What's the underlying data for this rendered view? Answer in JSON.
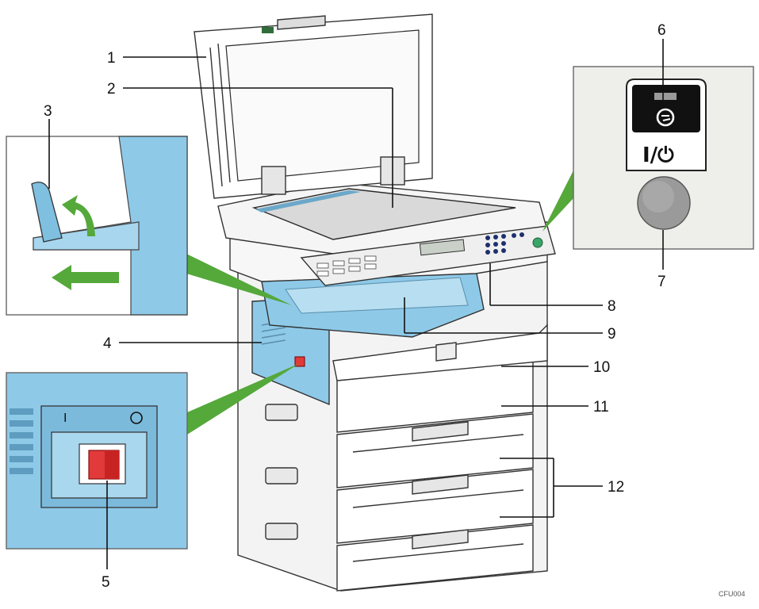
{
  "callouts": [
    {
      "id": "1",
      "label": "1"
    },
    {
      "id": "2",
      "label": "2"
    },
    {
      "id": "3",
      "label": "3"
    },
    {
      "id": "4",
      "label": "4"
    },
    {
      "id": "5",
      "label": "5"
    },
    {
      "id": "6",
      "label": "6"
    },
    {
      "id": "7",
      "label": "7"
    },
    {
      "id": "8",
      "label": "8"
    },
    {
      "id": "9",
      "label": "9"
    },
    {
      "id": "10",
      "label": "10"
    },
    {
      "id": "11",
      "label": "11"
    },
    {
      "id": "12",
      "label": "12"
    }
  ],
  "power_switch": {
    "on_mark": "I",
    "off_mark": "O"
  },
  "power_key": {
    "symbol": "I/⏻",
    "indicator_icon": "main-power-indicator-icon"
  },
  "image_credit": "CFU004",
  "colors": {
    "accent_blue": "#8ec9e8",
    "callout_green": "#55a83a",
    "switch_red": "#e23a3a",
    "panel_grey": "#eeeeea"
  }
}
